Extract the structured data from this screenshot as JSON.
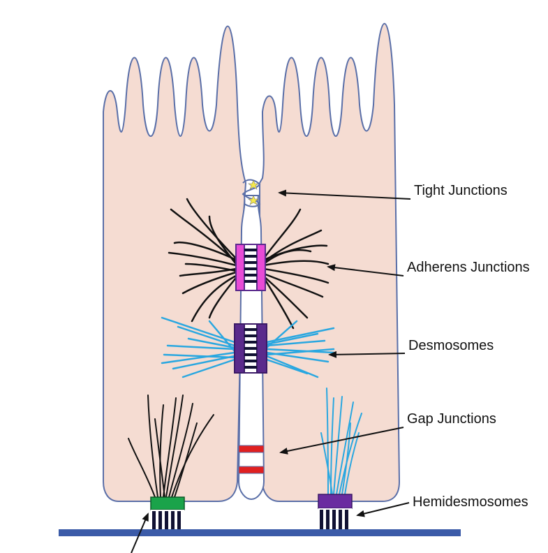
{
  "labels": {
    "tight": "Tight Junctions",
    "adherens": "Adherens Junctions",
    "desmosomes": "Desmosomes",
    "gap": "Gap Junctions",
    "hemidesmosomes": "Hemidesmosomes"
  },
  "colors": {
    "cell_fill": "#f5dcd2",
    "cell_outline": "#5a6fa8",
    "membrane": "#3b5ba8",
    "adherens_box": "#e84bd6",
    "desmosome_box": "#5a2a8c",
    "hemidesmosome_left": "#1aa34a",
    "hemidesmosome_right": "#6a2ca0",
    "gap_junction": "#e02020",
    "keratin": "#29a7e0",
    "actin": "#111111",
    "tight_star": "#f5e84a"
  }
}
